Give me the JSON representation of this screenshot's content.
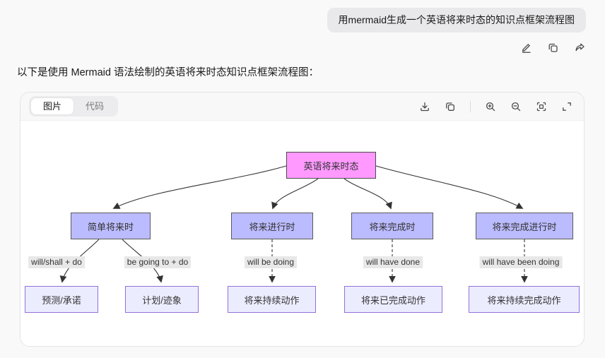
{
  "user_message": {
    "text": "用mermaid生成一个英语将来时态的知识点框架流程图",
    "actions": [
      "edit",
      "copy",
      "share"
    ]
  },
  "assistant": {
    "intro": "以下是使用 Mermaid 语法绘制的英语将来时态知识点框架流程图："
  },
  "card": {
    "tabs": [
      {
        "label": "图片",
        "active": true
      },
      {
        "label": "代码",
        "active": false
      }
    ],
    "toolbar_icons": [
      "download",
      "copy",
      "zoom-in",
      "zoom-out",
      "fit-view",
      "fullscreen"
    ]
  },
  "diagram": {
    "type": "flowchart",
    "direction": "top-down",
    "nodes": {
      "root": {
        "label": "英语将来时态",
        "fill": "#ff99ff"
      },
      "l2_1": {
        "label": "简单将来时",
        "fill": "#bbbbff"
      },
      "l2_2": {
        "label": "将来进行时",
        "fill": "#bbbbff"
      },
      "l2_3": {
        "label": "将来完成时",
        "fill": "#bbbbff"
      },
      "l2_4": {
        "label": "将来完成进行时",
        "fill": "#bbbbff"
      },
      "l3_1": {
        "label": "预测/承诺",
        "fill": "#ececff"
      },
      "l3_2": {
        "label": "计划/迹象",
        "fill": "#ececff"
      },
      "l3_3": {
        "label": "将来持续动作",
        "fill": "#ececff"
      },
      "l3_4": {
        "label": "将来已完成动作",
        "fill": "#ececff"
      },
      "l3_5": {
        "label": "将来持续完成动作",
        "fill": "#ececff"
      }
    },
    "edges": {
      "e1": {
        "from": "root",
        "to": "l2_1",
        "label": ""
      },
      "e2": {
        "from": "root",
        "to": "l2_2",
        "label": ""
      },
      "e3": {
        "from": "root",
        "to": "l2_3",
        "label": ""
      },
      "e4": {
        "from": "root",
        "to": "l2_4",
        "label": ""
      },
      "e5": {
        "from": "l2_1",
        "to": "l3_1",
        "label": "will/shall + do"
      },
      "e6": {
        "from": "l2_1",
        "to": "l3_2",
        "label": "be going to + do"
      },
      "e7": {
        "from": "l2_2",
        "to": "l3_3",
        "label": "will be doing"
      },
      "e8": {
        "from": "l2_3",
        "to": "l3_4",
        "label": "will have done"
      },
      "e9": {
        "from": "l2_4",
        "to": "l3_5",
        "label": "will have been doing"
      }
    }
  },
  "colors": {
    "page_bg": "#f9f9f9",
    "bubble_bg": "#e9e9eb",
    "card_header_bg": "#f8f8f9",
    "root_fill": "#ff99ff",
    "level2_fill": "#bbbbff",
    "level3_fill": "#ececff",
    "level3_border": "#9370db",
    "edge_color": "#333333",
    "edge_label_bg": "#e8e8e8"
  }
}
